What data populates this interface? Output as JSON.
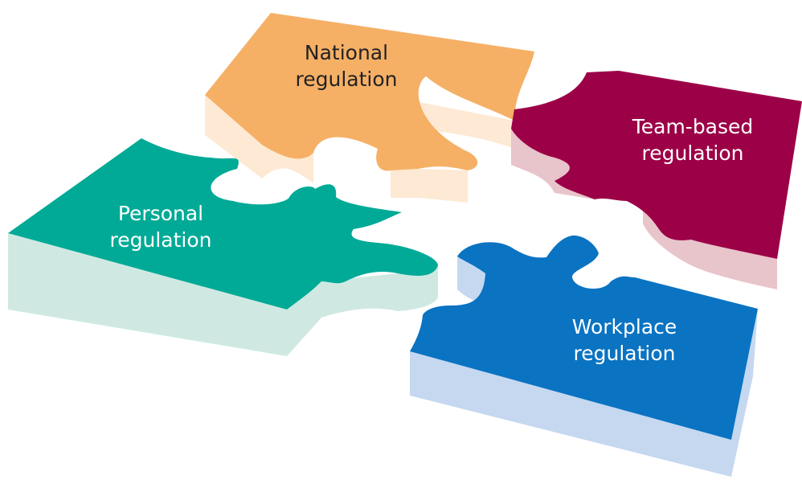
{
  "pieces": [
    {
      "id": "national",
      "line1": "National",
      "line2": "regulation",
      "top_color": "#f5b066",
      "side_color": "#fde9d4",
      "text_color": "#222222"
    },
    {
      "id": "team",
      "line1": "Team-based",
      "line2": "regulation",
      "top_color": "#9c0046",
      "side_color": "#e8c4cb",
      "text_color": "#ffffff"
    },
    {
      "id": "personal",
      "line1": "Personal",
      "line2": "regulation",
      "top_color": "#00aa96",
      "side_color": "#cfe9e2",
      "text_color": "#ffffff"
    },
    {
      "id": "workplace",
      "line1": "Workplace",
      "line2": "regulation",
      "top_color": "#0a73c2",
      "side_color": "#c5d8f0",
      "text_color": "#ffffff"
    }
  ]
}
